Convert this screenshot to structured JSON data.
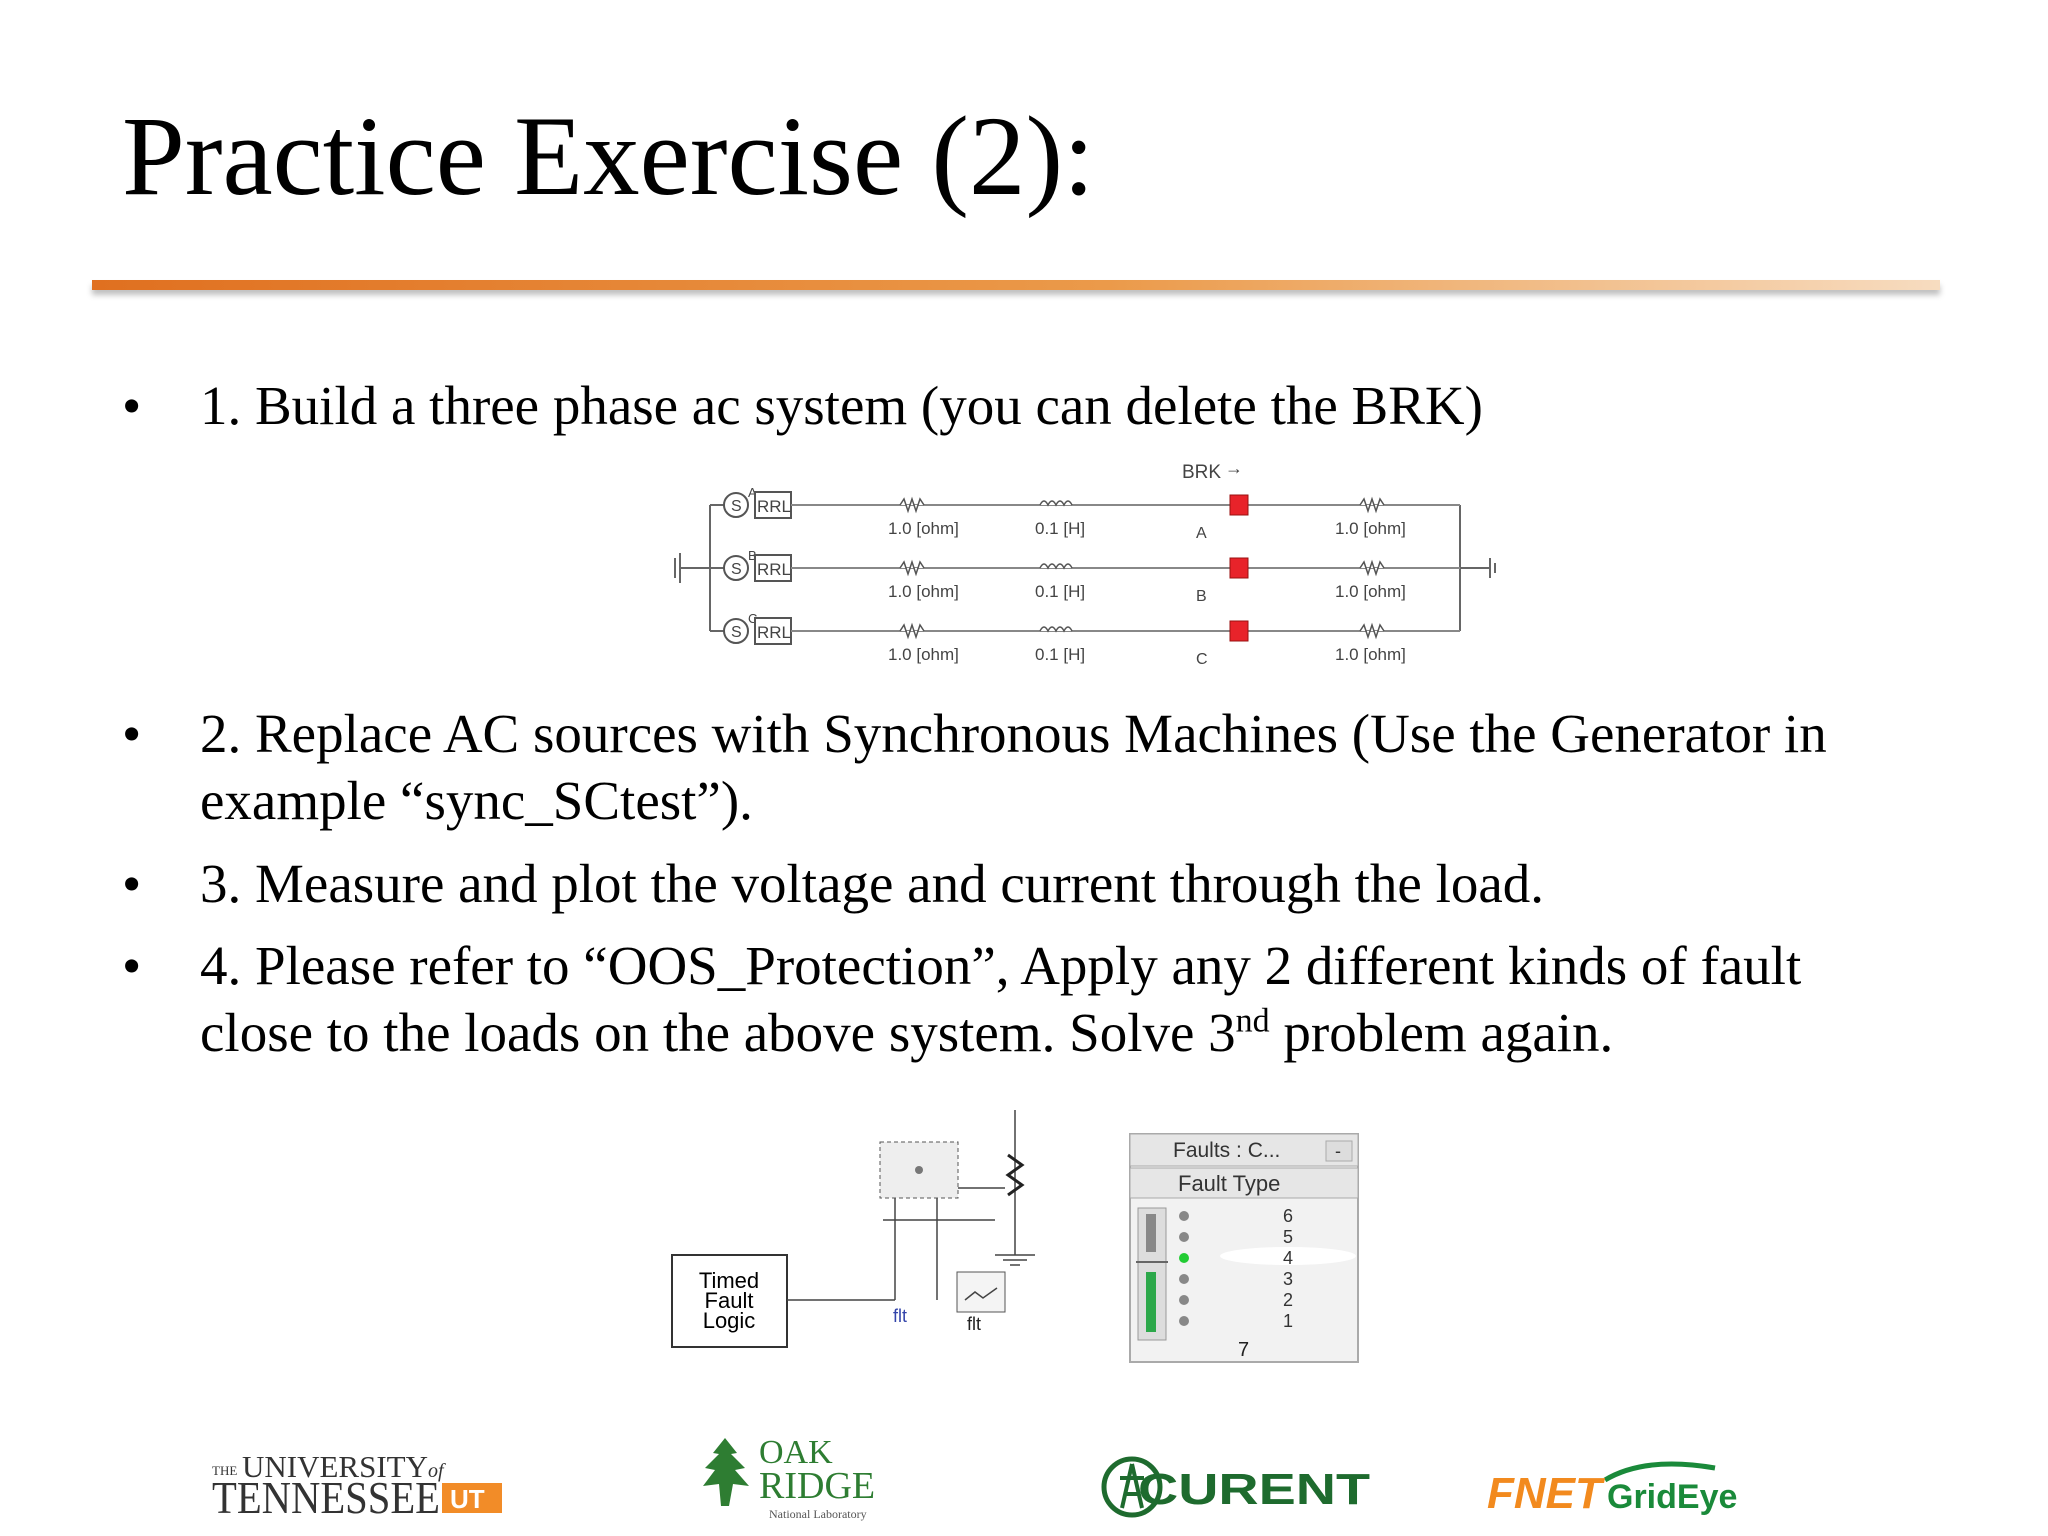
{
  "title": "Practice Exercise (2):",
  "bullets": [
    {
      "marker": "•",
      "text": "1. Build a three phase ac system (you can delete the BRK)"
    },
    {
      "marker": "•",
      "line1": "2. Replace AC sources with Synchronous Machines (Use the Generator in",
      "line2": "example “sync_SCtest”)."
    },
    {
      "marker": "•",
      "text": "3. Measure and plot the voltage and current through the load."
    },
    {
      "marker": "•",
      "line1": "4. Please refer to “OOS_Protection”,  Apply any 2 different kinds of fault",
      "line2_pre": "close to the loads on the above system.  Solve 3",
      "line2_sup": "nd",
      "line2_post": " problem again."
    }
  ],
  "circuit": {
    "phases": [
      "A",
      "B",
      "C"
    ],
    "source_label": "S",
    "rrl_label": "RRL",
    "resistor1_label": "1.0 [ohm]",
    "inductor_label": "0.1 [H]",
    "resistor2_label": "1.0 [ohm]",
    "breaker_label": "BRK",
    "breaker_arrow": "→",
    "breaker_color": "#e8232a"
  },
  "fault_diagram": {
    "timed_fault_logic": [
      "Timed",
      "Fault",
      "Logic"
    ],
    "flt_label": "flt",
    "flt_label2": "flt",
    "faults_panel_title": "Faults : C...",
    "minimize_glyph": "-",
    "fault_type_header": "Fault Type",
    "fault_type_options": [
      "6",
      "5",
      "4",
      "3",
      "2",
      "1"
    ],
    "selected_option": "4",
    "current_value": "7",
    "selected_color": "#22cc33"
  },
  "logos": {
    "ut_small": "THE",
    "ut_university": "UNIVERSITY",
    "ut_of": "of",
    "ut_tennessee": "TENNESSEE",
    "ut_mark": "UT",
    "ornl_oak": "OAK",
    "ornl_ridge": "RIDGE",
    "ornl_sub": "National Laboratory",
    "curent": "CURENT",
    "fnet": "FNET",
    "grideye": "GridEye"
  },
  "colors": {
    "accent_orange": "#e07020",
    "ut_orange": "#f28c28",
    "ornl_green": "#2e7d32",
    "curent_green": "#1e6b2e",
    "fnet_orange": "#f28a1e",
    "grideye_green": "#1a8a3a"
  }
}
